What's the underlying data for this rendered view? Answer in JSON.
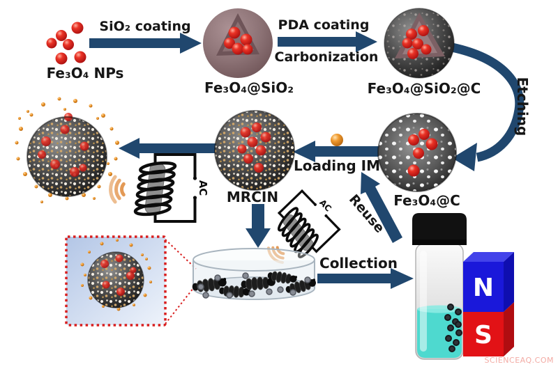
{
  "labels": {
    "fe3o4_nps": "Fe₃O₄ NPs",
    "sio2_coating": "SiO₂ coating",
    "fe3o4_sio2": "Fe₃O₄@SiO₂",
    "pda_coating": "PDA coating",
    "carbonization": "Carbonization",
    "fe3o4_sio2_c": "Fe₃O₄@SiO₂@C",
    "etching": "Etching",
    "loading_im": "Loading IM",
    "fe3o4_c": "Fe₃O₄@C",
    "mrcin": "MRCIN",
    "reuse": "Reuse",
    "collection": "Collection",
    "ac": "AC",
    "magnet_n": "N",
    "magnet_s": "S"
  },
  "watermark": "SCIENCEAQ.COM",
  "colors": {
    "arrow": "#20476e",
    "red_np": "#d42222",
    "orange_im": "#e0922e",
    "silica": "#8d7376",
    "carbon": "#2e2b2c",
    "magnet_n": "#1a18da",
    "magnet_s": "#e21216",
    "liquid": "#4ed9cf",
    "zoom_box_border": "#d81f1f"
  }
}
